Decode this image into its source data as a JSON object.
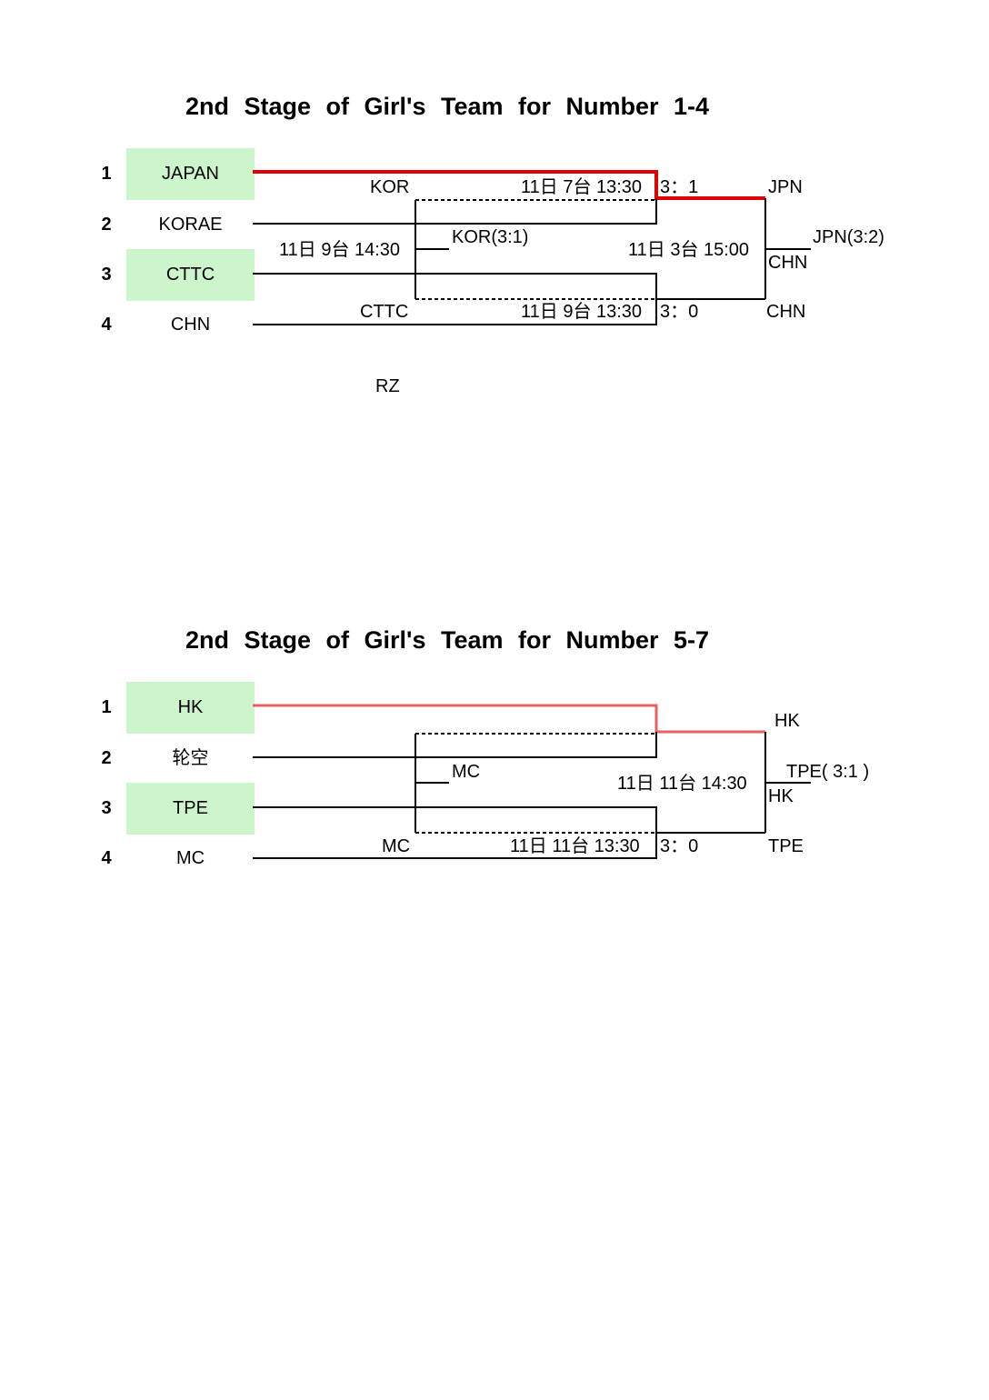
{
  "colors": {
    "winner_path": "#e00000",
    "winner_path_light": "#e86060",
    "seed_highlight": "#ccf5cc",
    "line": "#000000"
  },
  "bracket_1_4": {
    "title": "2nd  Stage   of   Girl's  Team  for  Number 1-4",
    "seeds": [
      "1",
      "2",
      "3",
      "4"
    ],
    "teams": [
      "JAPAN",
      "KORAE",
      "CTTC",
      "CHN"
    ],
    "semi_top_winner": "KOR",
    "semi_top_time": "11日 7台 13:30",
    "semi_top_score": "3：1",
    "semi_bottom_winner": "CTTC",
    "semi_bottom_time": "11日 9台 13:30",
    "semi_bottom_score": "3：0",
    "consolation_time": "11日 9台 14:30",
    "consolation_result": "KOR(3:1)",
    "final_time": "11日 3台 15:00",
    "final_top": "JPN",
    "final_bottom_label": "CHN",
    "final_bottom": "CHN",
    "final_result": "JPN(3:2)",
    "footer_note": "RZ"
  },
  "bracket_5_7": {
    "title": "2nd  Stage   of   Girl's  Team  for  Number 5-7",
    "seeds": [
      "1",
      "2",
      "3",
      "4"
    ],
    "teams": [
      "HK",
      "轮空",
      "TPE",
      "MC"
    ],
    "semi_bottom_winner": "MC",
    "semi_bottom_time": "11日 11台 13:30",
    "semi_bottom_score": "3：0",
    "consolation_result": "MC",
    "final_time": "11日 11台 14:30",
    "final_top": "HK",
    "final_bottom_label": "HK",
    "final_bottom": "TPE",
    "final_result": "TPE( 3:1 )"
  }
}
